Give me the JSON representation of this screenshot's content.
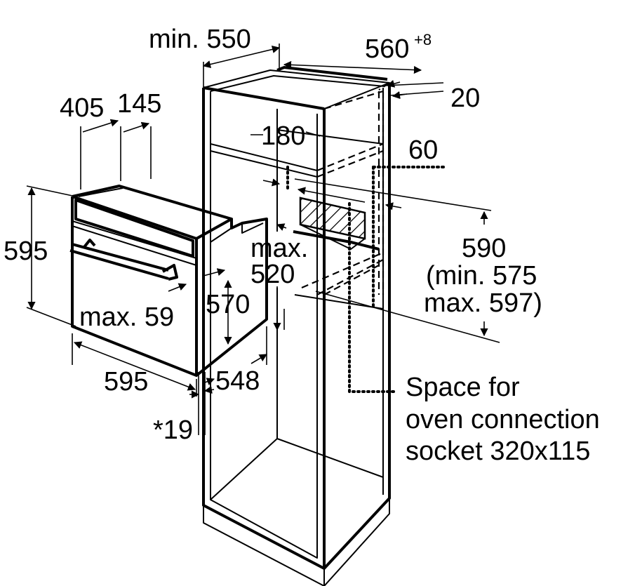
{
  "labels": {
    "min_550": "min. 550",
    "w_560": "560",
    "w_560_sup": "+8",
    "d_20": "20",
    "d_405": "405",
    "d_145": "145",
    "d_180": "180",
    "d_60": "60",
    "h_595_left": "595",
    "max": "max.",
    "d_520": "520",
    "h_590": "590",
    "h_590_min": "(min. 575",
    "h_590_max": "max. 597)",
    "max_59": "max. 59",
    "d_570": "570",
    "w_595_bottom": "595",
    "d_548": "548",
    "d_19": "*19",
    "socket_line1": "Space for",
    "socket_line2": "oven connection",
    "socket_line3": "socket 320x115"
  },
  "icons": {
    "hatch": "hatched-socket-area-icon",
    "arrow": "arrow-icon"
  }
}
